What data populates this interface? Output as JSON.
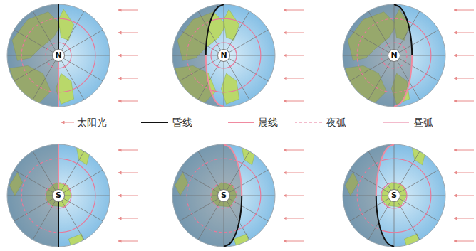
{
  "diagram": {
    "labels": [
      "N",
      "N",
      "N",
      "S",
      "S",
      "S"
    ],
    "legend": [
      {
        "text": "太阳光"
      },
      {
        "text": "昏线"
      },
      {
        "text": "晨线"
      },
      {
        "text": "夜弧"
      },
      {
        "text": "昼弧"
      }
    ]
  }
}
